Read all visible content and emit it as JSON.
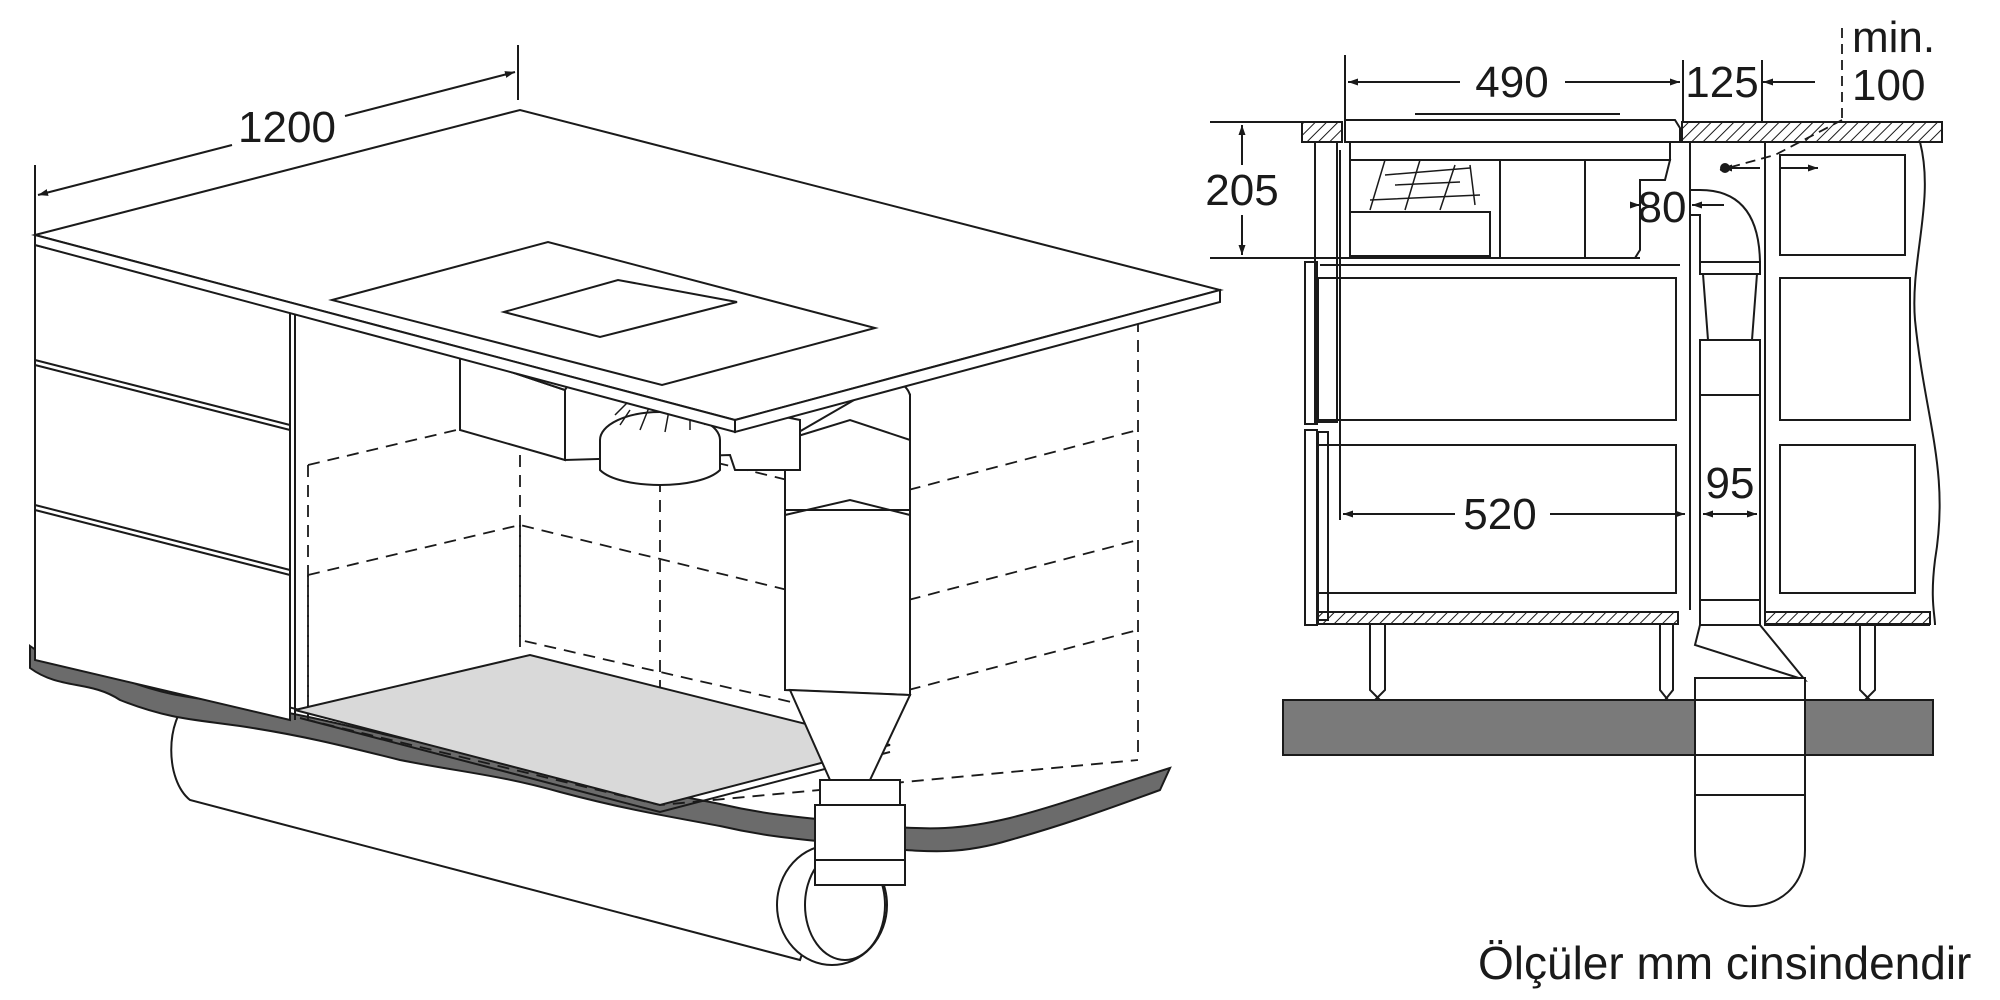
{
  "dimensions": {
    "total_width": "1200",
    "hob_width": "490",
    "gap_125": "125",
    "min_label": "min.",
    "min_value": "100",
    "height_205": "205",
    "duct_80": "80",
    "depth_520": "520",
    "duct_95": "95"
  },
  "caption": "Ölçüler mm cinsindendir",
  "colors": {
    "line": "#1a1a1a",
    "floor": "#7a7a7a",
    "wave": "#6b6b6b",
    "panel_fill": "#d9d9d9",
    "hatch": "#1a1a1a"
  }
}
